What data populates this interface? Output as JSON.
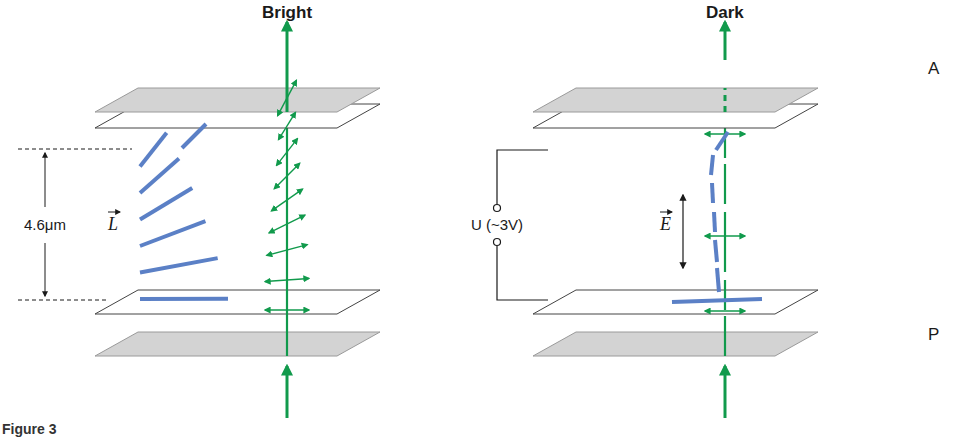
{
  "diagram": {
    "caption": "Figure 3",
    "labels": [
      "Bright",
      "Dark",
      "A",
      "P",
      "4.6μm",
      "L",
      "U (~3V)",
      "E"
    ]
  }
}
